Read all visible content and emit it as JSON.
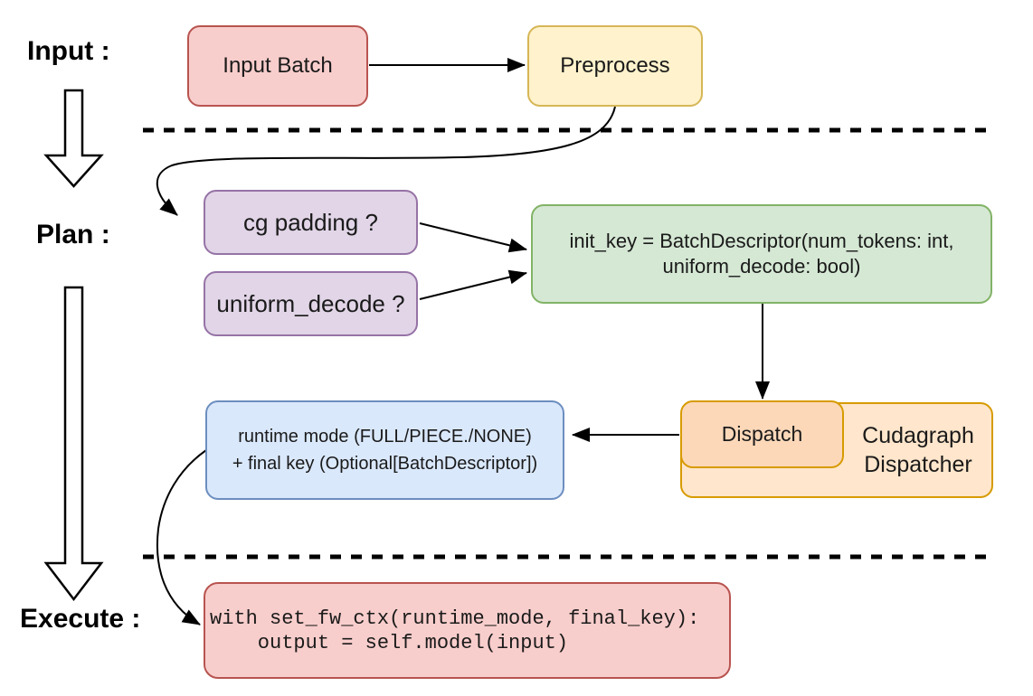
{
  "diagram": {
    "connector_color": "#000000",
    "background": "#ffffff"
  },
  "sections": {
    "input_label": "Input :",
    "plan_label": "Plan :",
    "execute_label": "Execute :"
  },
  "nodes": {
    "input_batch": {
      "label": "Input Batch",
      "fill": "#F8CECC",
      "stroke": "#B85450"
    },
    "preprocess": {
      "label": "Preprocess",
      "fill": "#FFF2CC",
      "stroke": "#D6B656"
    },
    "cg_padding": {
      "label": "cg padding ?",
      "fill": "#E1D5E7",
      "stroke": "#9673A6"
    },
    "uniform_decode": {
      "label": "uniform_decode ?",
      "fill": "#E1D5E7",
      "stroke": "#9673A6"
    },
    "init_key": {
      "line1": "init_key = BatchDescriptor(num_tokens: int,",
      "line2": "uniform_decode: bool)",
      "fill": "#D5E8D4",
      "stroke": "#82B366"
    },
    "dispatch": {
      "label": "Dispatch",
      "fill": "#FCD8B9",
      "stroke": "#D79B00"
    },
    "cudagraph_dispatcher": {
      "line1": "Cudagraph",
      "line2": "Dispatcher",
      "fill": "#FFE6CC",
      "stroke": "#D79B00"
    },
    "runtime_mode": {
      "line1": "runtime mode (FULL/PIECE./NONE)",
      "line2": "+ final key (Optional[BatchDescriptor])",
      "fill": "#DAE8FC",
      "stroke": "#6C8EBF"
    },
    "execute_code": {
      "line1": "with set_fw_ctx(runtime_mode, final_key):",
      "line2": "    output = self.model(input)",
      "fill": "#F8CECC",
      "stroke": "#B85450"
    }
  }
}
